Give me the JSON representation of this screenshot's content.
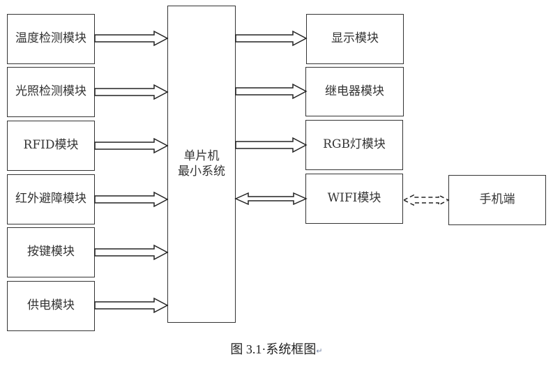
{
  "diagram": {
    "inputs": [
      {
        "label": "温度检测模块"
      },
      {
        "label": "光照检测模块"
      },
      {
        "label": "RFID模块"
      },
      {
        "label": "红外避障模块"
      },
      {
        "label": "按键模块"
      },
      {
        "label": "供电模块"
      }
    ],
    "mcu": {
      "line1": "单片机",
      "line2": "最小系统"
    },
    "outputs": [
      {
        "label": "显示模块",
        "connection": "one-way"
      },
      {
        "label": "继电器模块",
        "connection": "one-way"
      },
      {
        "label": "RGB灯模块",
        "connection": "one-way"
      },
      {
        "label": "WIFI模块",
        "connection": "two-way"
      }
    ],
    "remote": {
      "label": "手机端",
      "connection": "wireless two-way (dashed)"
    },
    "caption": {
      "text": "图 3.1·系统框图",
      "mark": "↵"
    }
  }
}
